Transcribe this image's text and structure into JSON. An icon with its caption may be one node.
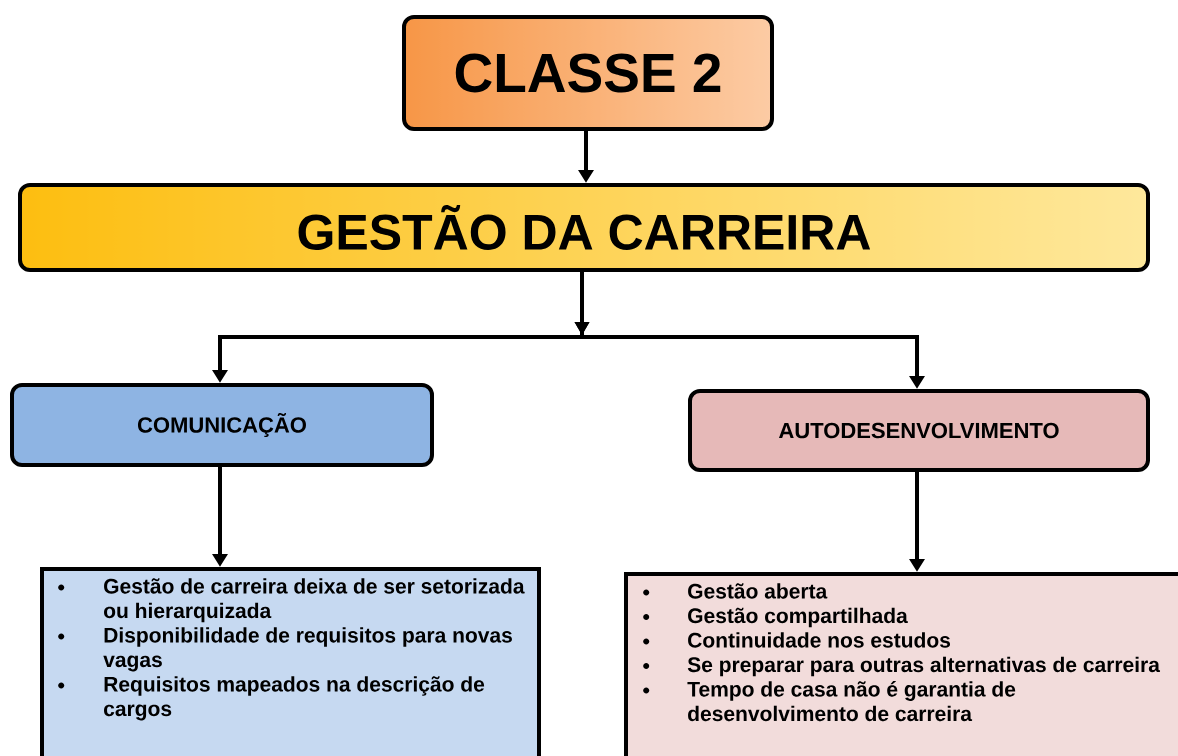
{
  "diagram": {
    "nodes": [
      {
        "text": [
          "CLASSE 2"
        ]
      },
      {
        "text": [
          "GESTÃO DA CARREIRA"
        ]
      },
      {
        "text": [
          "COMUNICAÇÃO"
        ]
      },
      {
        "text": [
          "AUTODESENVOLVIMENTO"
        ]
      },
      {
        "text": [
          "Gestão de carreira deixa de ser setorizada ou hierarquizada",
          "Disponibilidade de requisitos para novas vagas",
          "Requisitos mapeados na descrição de cargos"
        ]
      },
      {
        "text": [
          "Gestão aberta",
          "Gestão compartilhada",
          "Continuidade nos estudos",
          "Se preparar para outras alternativas de carreira",
          "Tempo de casa não é garantia de desenvolvimento de carreira"
        ]
      }
    ],
    "edges": [
      {
        "from": 0,
        "to": 1,
        "arrow": "to"
      },
      {
        "from": 1,
        "to": 2,
        "arrow": "to"
      },
      {
        "from": 1,
        "to": 3,
        "arrow": "to"
      },
      {
        "from": 2,
        "to": 4,
        "arrow": "to"
      },
      {
        "from": 3,
        "to": 5,
        "arrow": "to"
      }
    ]
  }
}
